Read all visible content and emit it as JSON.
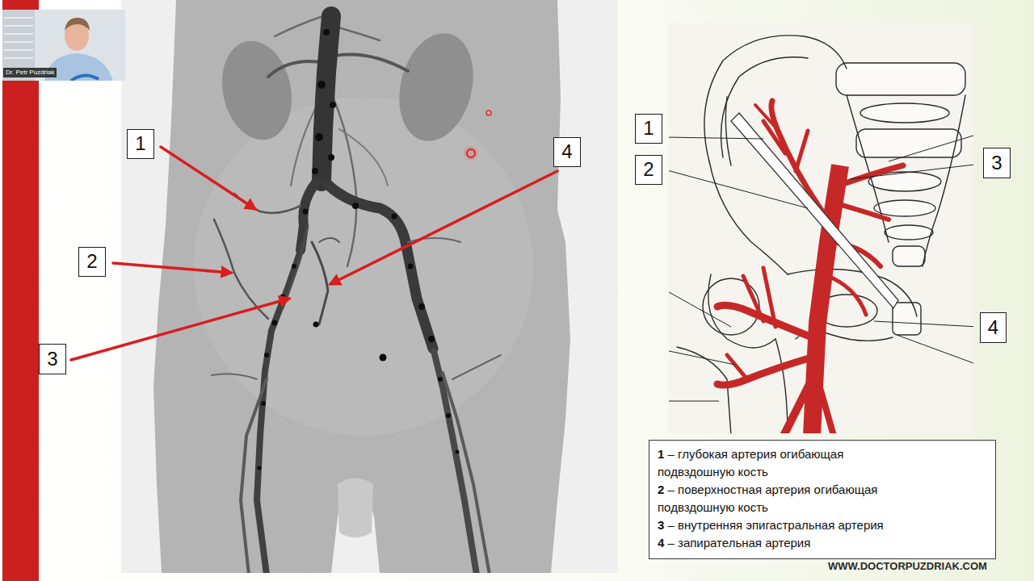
{
  "diagram": {
    "nodes": [
      {
        "text": [
          "1"
        ]
      },
      {
        "text": [
          "2"
        ]
      },
      {
        "text": [
          "3"
        ]
      },
      {
        "text": [
          "4"
        ]
      },
      {
        "text": [
          "1"
        ]
      },
      {
        "text": [
          "2"
        ]
      },
      {
        "text": [
          "3"
        ]
      },
      {
        "text": [
          "4"
        ]
      },
      {
        "text": [
          "1 – глубокая артерия огибающая подвздошную кость",
          "2 – поверхностная артерия огибающая подвздошную кость",
          "3 – внутренняя эпигастральная артерия",
          "4 – запирательная артерия"
        ]
      }
    ],
    "labels": [
      "Dr. Petr Puzdriak",
      "WWW.DOCTORPUZDRIAK.COM"
    ]
  }
}
